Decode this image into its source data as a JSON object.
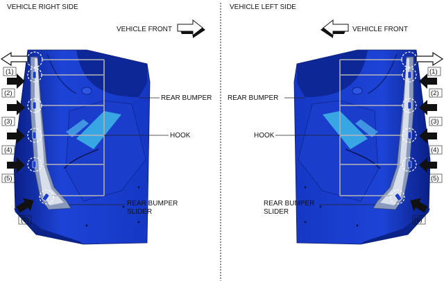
{
  "right_side": {
    "title": "VEHICLE RIGHT SIDE",
    "front_label": "VEHICLE FRONT",
    "rear_bumper_label": "REAR BUMPER",
    "hook_label": "HOOK",
    "slider_label_line1": "REAR BUMPER",
    "slider_label_line2": "SLIDER",
    "callouts": [
      "(1)",
      "(2)",
      "(3)",
      "(4)",
      "(5)",
      "(6)"
    ]
  },
  "left_side": {
    "title": "VEHICLE LEFT SIDE",
    "front_label": "VEHICLE FRONT",
    "rear_bumper_label": "REAR BUMPER",
    "hook_label": "HOOK",
    "slider_label_line1": "REAR BUMPER",
    "slider_label_line2": "SLIDER",
    "callouts": [
      "(1)",
      "(2)",
      "(3)",
      "(4)",
      "(5)",
      "(6)"
    ]
  },
  "colors": {
    "body_blue": "#1c3fd0",
    "body_dark": "#0e2590",
    "highlight": "#3fb8e8",
    "slider_white": "#d8dfea",
    "arrow_black": "#111111"
  }
}
